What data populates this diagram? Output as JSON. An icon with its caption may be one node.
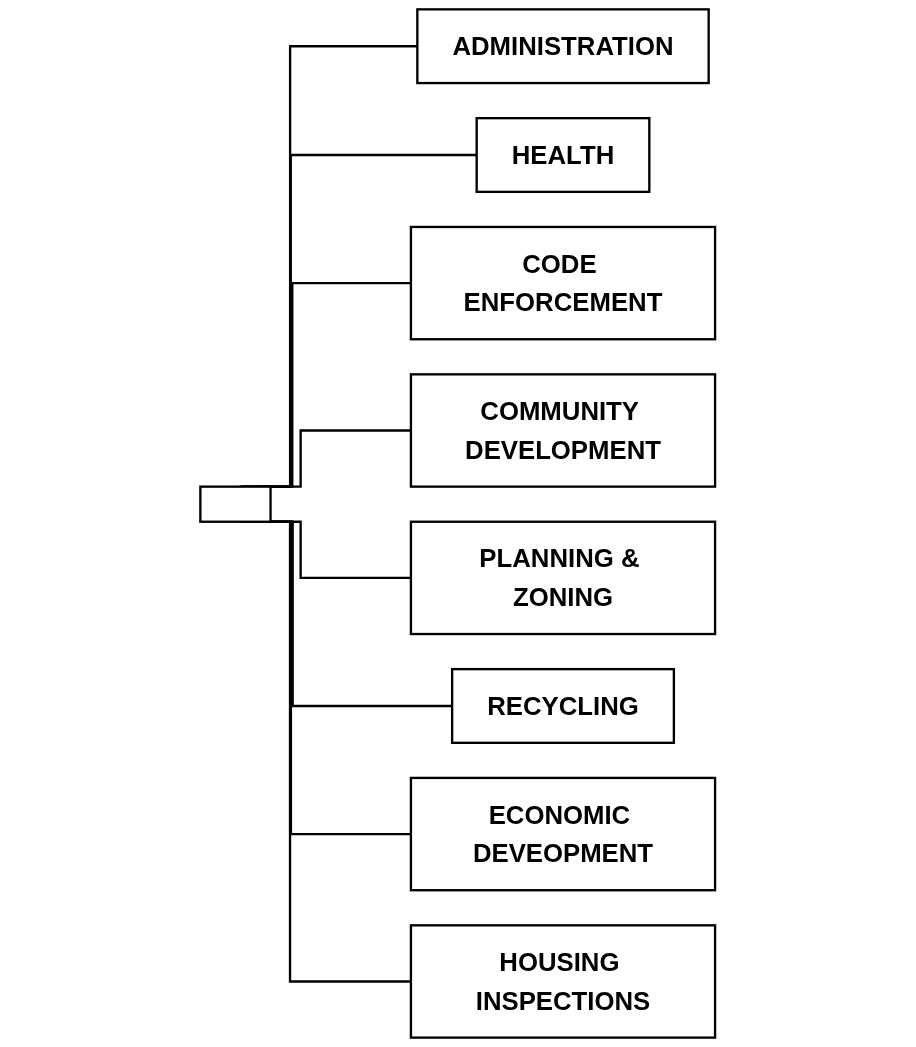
{
  "diagram": {
    "nodes": [
      {
        "text": [],
        "shape": "box"
      },
      {
        "text": [
          "ADMINISTRATION"
        ]
      },
      {
        "text": [
          "HEALTH"
        ]
      },
      {
        "text": [
          "CODE ENFORCEMENT"
        ]
      },
      {
        "text": [
          "COMMUNITY DEVELOPMENT"
        ]
      },
      {
        "text": [
          "PLANNING & ZONING"
        ]
      },
      {
        "text": [
          "RECYCLING"
        ]
      },
      {
        "text": [
          "ECONOMIC DEVEOPMENT"
        ]
      },
      {
        "text": [
          "HOUSING INSPECTIONS"
        ]
      }
    ],
    "edges": [
      {
        "from": 0,
        "to": 1,
        "arrow": "none"
      },
      {
        "from": 0,
        "to": 2,
        "arrow": "none"
      },
      {
        "from": 0,
        "to": 3,
        "arrow": "none"
      },
      {
        "from": 0,
        "to": 4,
        "arrow": "none"
      },
      {
        "from": 0,
        "to": 5,
        "arrow": "none"
      },
      {
        "from": 0,
        "to": 6,
        "arrow": "none"
      },
      {
        "from": 0,
        "to": 7,
        "arrow": "none"
      },
      {
        "from": 0,
        "to": 8,
        "arrow": "none"
      }
    ]
  }
}
